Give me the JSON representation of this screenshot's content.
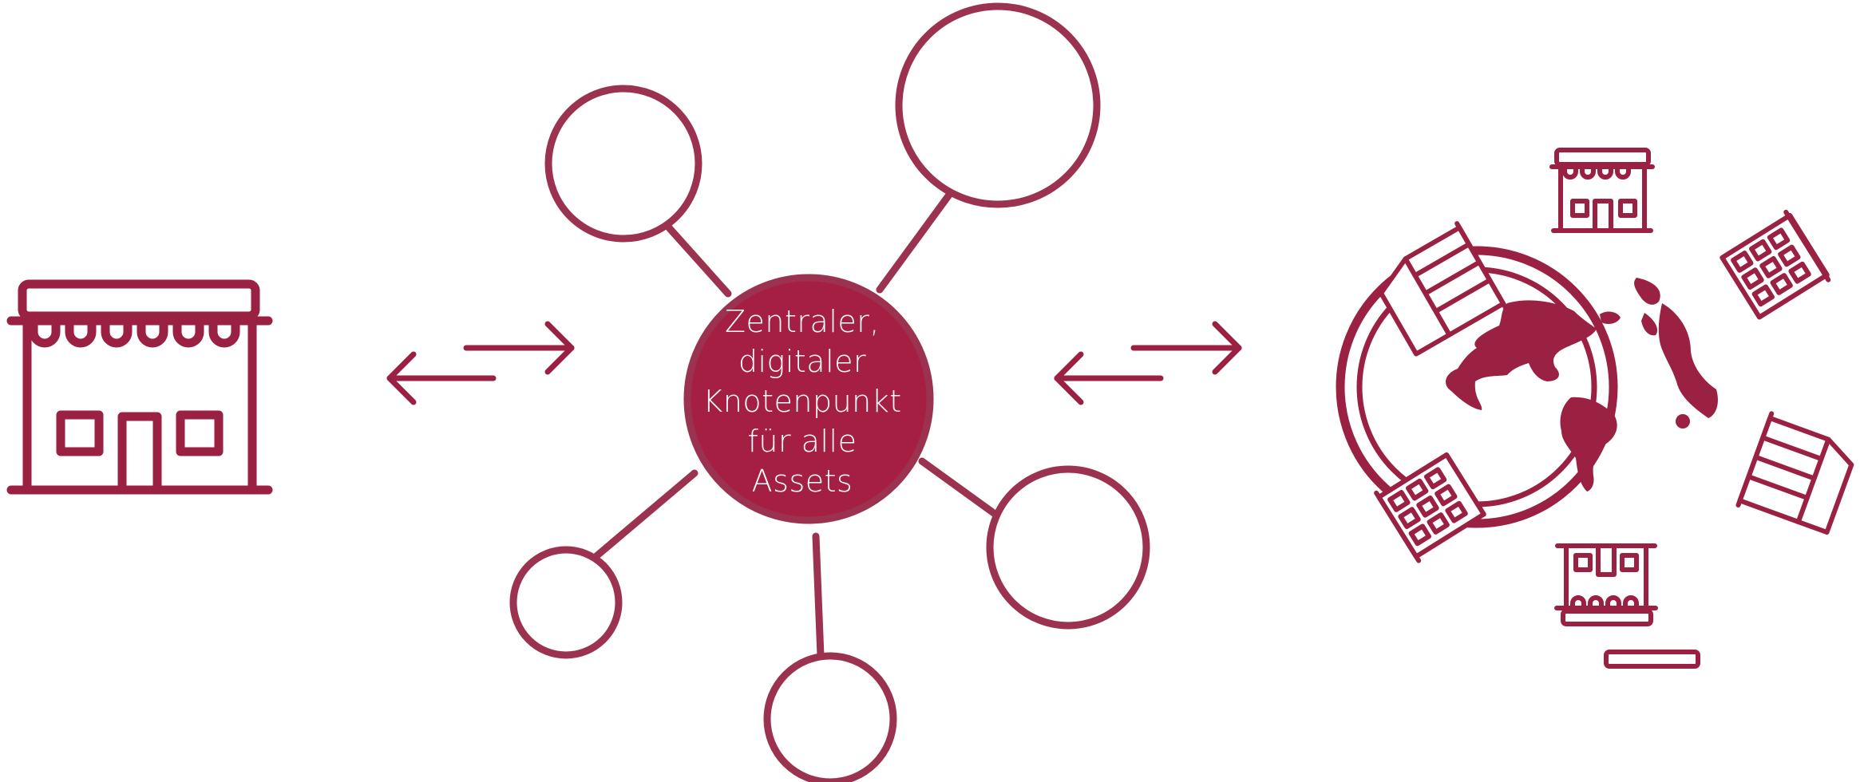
{
  "colors": {
    "accent": "#9b2142",
    "hub_fill": "#a51f42",
    "hub_stroke": "#9b3350",
    "background": "#ffffff"
  },
  "icons": {
    "left": "storefront-icon",
    "left_arrows": "bidirectional-arrow-icon",
    "right_arrows": "bidirectional-arrow-icon",
    "right": "globe-with-surrounding-stores-icon"
  },
  "hub": {
    "label_lines": [
      "Zentraler,",
      "digitaler",
      "Knotenpunkt",
      "für alle",
      "Assets"
    ]
  },
  "satellite_nodes": 5
}
